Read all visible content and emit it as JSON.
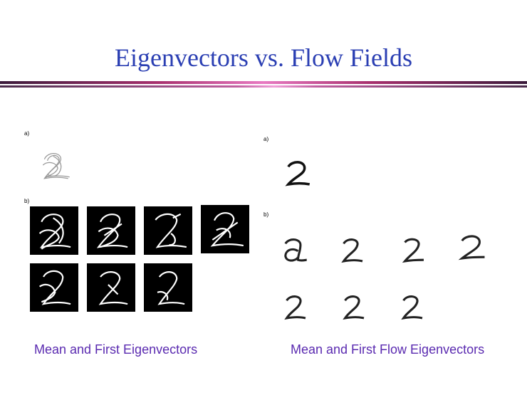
{
  "slide": {
    "title": "Eigenvectors vs. Flow Fields",
    "left_panel": {
      "label_a": "a)",
      "label_b": "b)",
      "caption": "Mean and First Eigenvectors"
    },
    "right_panel": {
      "label_a": "a)",
      "label_b": "b)",
      "caption": "Mean and First Flow Eigenvectors"
    },
    "colors": {
      "title": "#2b3fb3",
      "caption": "#5a2ab0",
      "rule": "#a8306e"
    }
  }
}
